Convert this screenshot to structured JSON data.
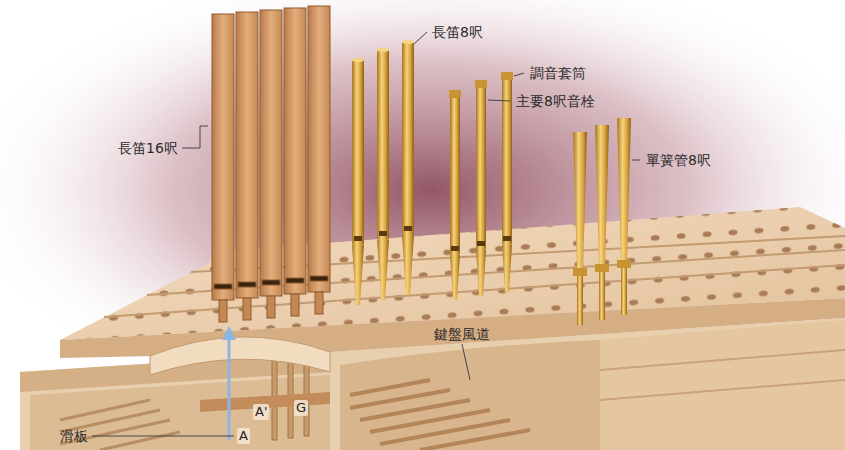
{
  "diagram": {
    "labels": [
      "長笛16呎",
      "長笛8呎",
      "調音套筒",
      "主要8呎音栓",
      "單簧管8呎",
      "鍵盤風道",
      "滑板",
      "A",
      "A'",
      "G"
    ]
  }
}
